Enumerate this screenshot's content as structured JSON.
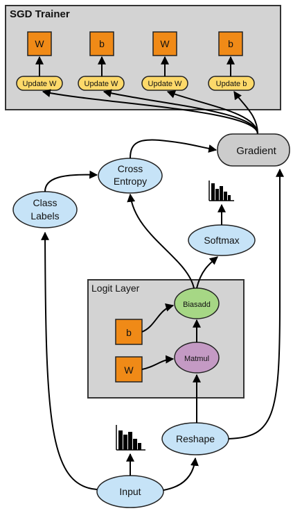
{
  "sgd_trainer": {
    "title": "SGD Trainer",
    "params": [
      "W",
      "b",
      "W",
      "b"
    ],
    "updates": [
      "Update W",
      "Update W",
      "Update W",
      "Update b"
    ]
  },
  "logit_layer": {
    "title": "Logit Layer",
    "param_b": "b",
    "param_w": "W",
    "biasadd": "Biasadd",
    "matmul": "Matmul"
  },
  "nodes": {
    "gradient": "Gradient",
    "cross_entropy_line1": "Cross",
    "cross_entropy_line2": "Entropy",
    "class_labels_line1": "Class",
    "class_labels_line2": "Labels",
    "softmax": "Softmax",
    "reshape": "Reshape",
    "input": "Input"
  },
  "icons": {
    "histogram_top": "histogram-icon",
    "histogram_bottom": "histogram-icon"
  },
  "colors": {
    "container_fill": "#d3d3d3",
    "param_box": "#f08a17",
    "update_pill": "#fdd96a",
    "ellipse_blue": "#c6e3f7",
    "biasadd_green": "#a6d785",
    "matmul_purple": "#c49ac4",
    "gradient_gray": "#cccccc"
  }
}
